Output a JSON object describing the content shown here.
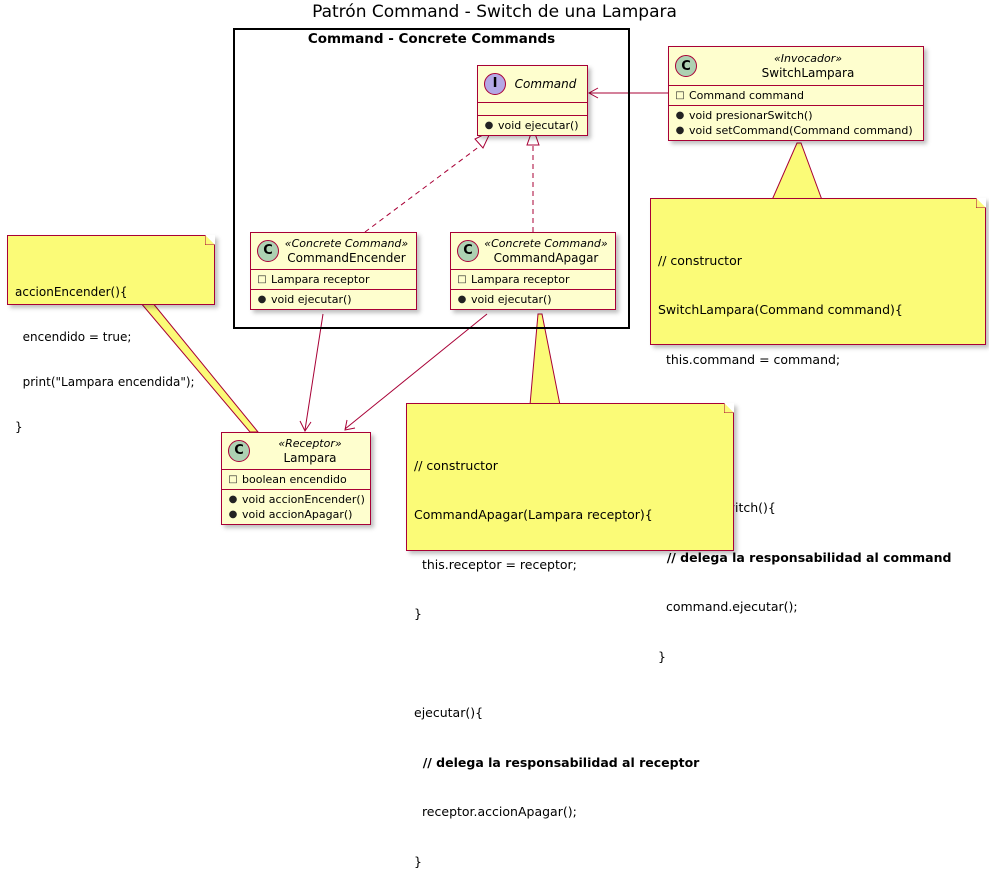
{
  "title": "Patrón Command - Switch de una Lampara",
  "package": {
    "title": "Command - Concrete Commands"
  },
  "classes": {
    "command": {
      "circle": "I",
      "name": "Command",
      "methods": [
        {
          "vis": "●",
          "text": "void ejecutar()"
        }
      ]
    },
    "switch": {
      "circle": "C",
      "stereotype": "«Invocador»",
      "name": "SwitchLampara",
      "fields": [
        {
          "vis": "□",
          "text": "Command command"
        }
      ],
      "methods": [
        {
          "vis": "●",
          "text": "void presionarSwitch()"
        },
        {
          "vis": "●",
          "text": "void setCommand(Command command)"
        }
      ]
    },
    "encender": {
      "circle": "C",
      "stereotype": "«Concrete Command»",
      "name": "CommandEncender",
      "fields": [
        {
          "vis": "□",
          "text": "Lampara receptor"
        }
      ],
      "methods": [
        {
          "vis": "●",
          "text": "void ejecutar()"
        }
      ]
    },
    "apagar": {
      "circle": "C",
      "stereotype": "«Concrete Command»",
      "name": "CommandApagar",
      "fields": [
        {
          "vis": "□",
          "text": "Lampara receptor"
        }
      ],
      "methods": [
        {
          "vis": "●",
          "text": "void ejecutar()"
        }
      ]
    },
    "lampara": {
      "circle": "C",
      "stereotype": "«Receptor»",
      "name": "Lampara",
      "fields": [
        {
          "vis": "□",
          "text": "boolean encendido"
        }
      ],
      "methods": [
        {
          "vis": "●",
          "text": "void accionEncender()"
        },
        {
          "vis": "●",
          "text": "void accionApagar()"
        }
      ]
    }
  },
  "notes": {
    "left": {
      "l1": "accionEncender(){",
      "l2": "  encendido = true;",
      "l3": "  print(\"Lampara encendida\");",
      "l4": "}"
    },
    "right": {
      "l1": "// constructor",
      "l2": "SwitchLampara(Command command){",
      "l3": "  this.command = command;",
      "l4": "}",
      "l5": "",
      "l6": "presionarSwitch(){",
      "l7": "  // delega la responsabilidad al command",
      "l8": "  command.ejecutar();",
      "l9": "}"
    },
    "bottom": {
      "l1": "// constructor",
      "l2": "CommandApagar(Lampara receptor){",
      "l3": "  this.receptor = receptor;",
      "l4": "}",
      "l5": "",
      "l6": "ejecutar(){",
      "l7": "  // delega la responsabilidad al receptor",
      "l8": "  receptor.accionApagar();",
      "l9": "}"
    }
  },
  "colors": {
    "class_fill": "#fefece",
    "border": "#a80036",
    "note_fill": "#fbfb77",
    "class_circle": "#add1b2",
    "interface_circle": "#b4a7e5"
  }
}
